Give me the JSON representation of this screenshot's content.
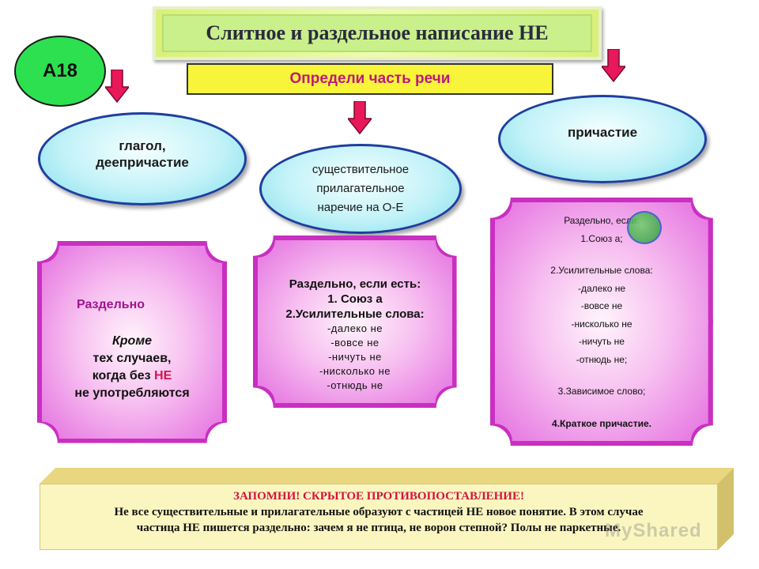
{
  "title": "Слитное и раздельное написание НЕ",
  "badge": "А18",
  "subtitle": "Определи часть речи",
  "categories": {
    "verb": [
      "глагол,",
      "деепричастие"
    ],
    "noun_adj_adv": [
      "существительное",
      "прилагательное",
      "наречие на О-Е"
    ],
    "participle": "причастие"
  },
  "rules": {
    "verb": {
      "head": "Раздельно",
      "except_1": "Кроме",
      "except_2": "тех случаев,",
      "except_3_a": "когда без ",
      "except_3_b": "НЕ",
      "except_4": "не употребляются"
    },
    "noun_adj_adv": {
      "head": "Раздельно, если есть:",
      "item1": "1.  Союз   а",
      "item2": "2.Усилительные слова:",
      "words": [
        "-далеко не",
        "-вовсе не",
        "-ничуть не",
        "-нисколько не",
        "-отнюдь не"
      ]
    },
    "participle": {
      "head": "Раздельно, если:",
      "item1": "1.Союз       а;",
      "item2": "2.Усилительные слова:",
      "words": [
        "-далеко не",
        "-вовсе не",
        "-нисколько не",
        "-ничуть не",
        "-отнюдь не;"
      ],
      "item3": "3.Зависимое слово;",
      "item4": "4.Краткое причастие."
    }
  },
  "note": {
    "head": "ЗАПОМНИ! СКРЫТОЕ ПРОТИВОПОСТАВЛЕНИЕ!",
    "line1": "Не все существительные и прилагательные образуют с частицей НЕ новое понятие. В этом случае",
    "line2": "частица НЕ пишется раздельно: зачем я не птица, не ворон степной? Полы не паркетные."
  },
  "watermark": "MyShared",
  "colors": {
    "title_bg": "#c9f08a",
    "badge_bg": "#2de050",
    "subtitle_bg": "#f8f43a",
    "subtitle_text": "#c0187a",
    "arrow": "#e8185a",
    "ellipse_border": "#1e3ea0",
    "pink_border": "#c92fc0",
    "note_bg": "#fbf6c0",
    "note_head": "#d4123c"
  },
  "icons": [
    "down-arrow-icon"
  ]
}
